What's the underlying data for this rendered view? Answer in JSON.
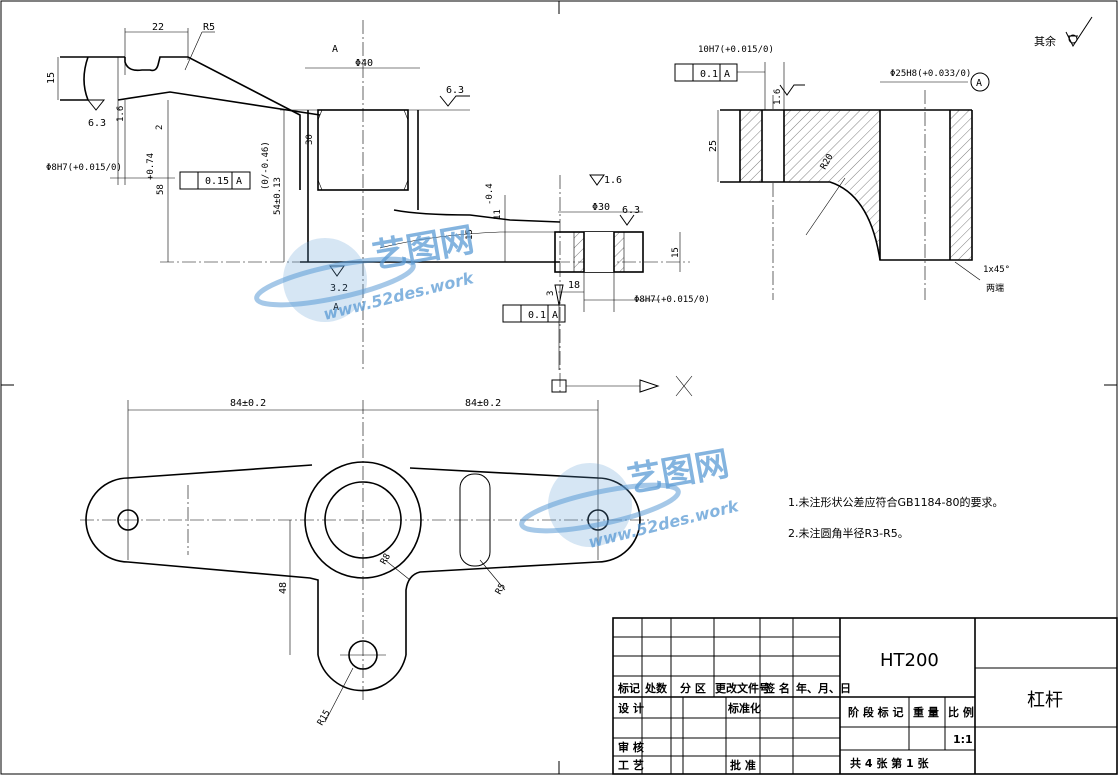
{
  "roughness": {
    "rest": "其余",
    "top": "6.3",
    "left": "6.3",
    "mid": "3.2",
    "boss": "1.6",
    "boss2": "6.3",
    "right": "1.6"
  },
  "dims": {
    "d22": "22",
    "r5": "R5",
    "d15a": "15",
    "d16": "1.6",
    "d2": "2",
    "hole_left": "Φ8H7(+0.015/0)",
    "d58": "58",
    "d58tol": "+0.74",
    "a_top": "A",
    "d40": "Φ40",
    "d30": "30",
    "d54": "54±0.13",
    "d54tol": "(0/-0.46)",
    "tol_left": "0.15",
    "tol_a": "A",
    "d11": "11",
    "d11tol": "-0.4",
    "d15b": "15",
    "d30b": "Φ30",
    "d15c": "15",
    "d18": "18",
    "d3": "3",
    "hole_right": "Φ8H7(+0.015/0)",
    "tol_mid": "0.1",
    "tol_mid_a": "A",
    "a_bottom": "A",
    "hole10": "10H7(+0.015/0)",
    "tol_right": "0.1",
    "tol_right_a": "A",
    "d25h8": "Φ25H8(+0.033/0)",
    "datum_a": "A",
    "d25": "25",
    "r20": "R20",
    "chamfer": "1x45°",
    "both_ends": "两端",
    "d84a": "84±0.2",
    "d84b": "84±0.2",
    "d48": "48",
    "r8": "R8",
    "r5b": "R5",
    "r15": "R15"
  },
  "notes": [
    "1.未注形状公差应符合GB1184-80的要求。",
    "2.未注圆角半径R3-R5。"
  ],
  "title_block": {
    "material": "HT200",
    "part_name": "杠杆",
    "headers": [
      "标记",
      "处数",
      "分 区",
      "更改文件号",
      "签 名",
      "年、月、日"
    ],
    "design": "设 计",
    "standardize": "标准化",
    "review": "审 核",
    "process": "工 艺",
    "approve": "批 准",
    "stage": "阶 段 标 记",
    "weight": "重 量",
    "scale_label": "比 例",
    "scale": "1:1",
    "sheets": "共 4  张    第  1 张"
  },
  "watermark": {
    "brand": "艺图网",
    "url": "www.52des.work"
  },
  "colors": {
    "watermark": "#5b9bd5",
    "line": "#000000"
  }
}
